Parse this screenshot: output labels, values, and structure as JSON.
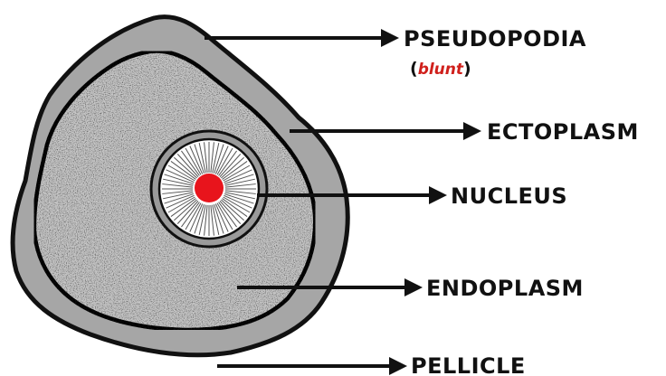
{
  "labels": {
    "pseudopodia": "PSEUDOPODIA",
    "pseudopodia_note_open": "(",
    "pseudopodia_note": "blunt",
    "pseudopodia_note_close": ")",
    "ectoplasm": "ECTOPLASM",
    "nucleus": "NUCLEUS",
    "endoplasm": "ENDOPLASM",
    "pellicle": "PELLICLE"
  },
  "colors": {
    "ectoplasm_fill": "#a6a6a6",
    "endoplasm_fill": "#c8c8c8",
    "outline": "#111111",
    "nucleolus": "#e8141c",
    "note_accent": "#d0201c"
  }
}
